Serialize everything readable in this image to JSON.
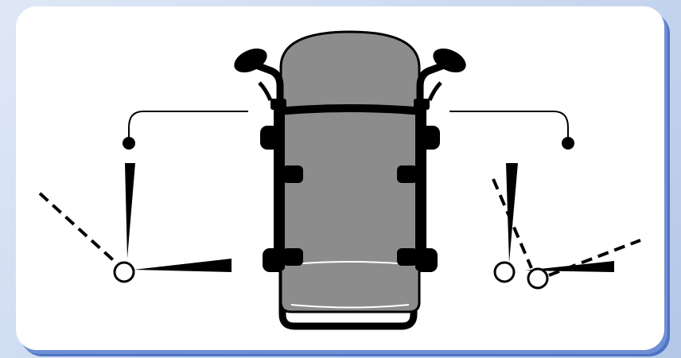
{
  "figure": {
    "subject": "wheelchair-top-view",
    "colors": {
      "outline": "#000000",
      "seat_fill": "#8c8c8c",
      "background": "#ffffff",
      "frame_gradient_start": "#dfe8f6",
      "frame_gradient_end": "#b4c7e8",
      "panel_shadow": "#4f73c4"
    },
    "left_inset": {
      "icons": [
        "pivot-ring",
        "tapered-arm",
        "dashed-angle-line",
        "connector-dot"
      ]
    },
    "right_inset": {
      "icons": [
        "pivot-ring",
        "tapered-arm",
        "dashed-angle-line",
        "connector-dot"
      ]
    }
  }
}
